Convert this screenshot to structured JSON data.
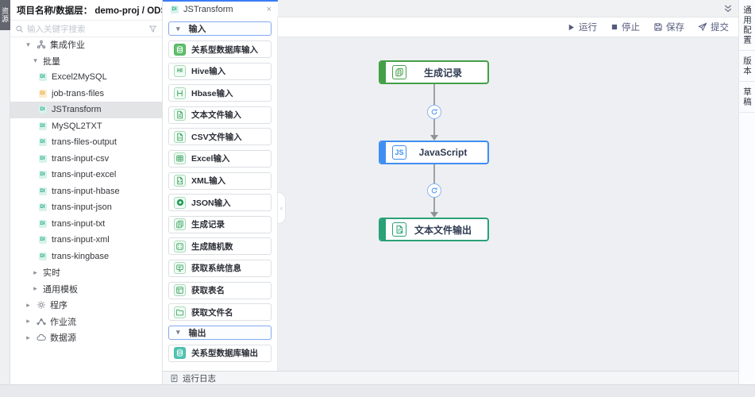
{
  "left_rail": {
    "tab_label": "资源"
  },
  "sidebar": {
    "title": "项目名称/数据层： demo-proj / ODS",
    "search_placeholder": "输入关键字搜索",
    "search_icon": "search-icon",
    "filter_icon": "funnel-icon",
    "tree": [
      {
        "name": "tree-group-integration-jobs",
        "label": "集成作业",
        "level": 0,
        "caret": "▾",
        "icon": "jobs"
      },
      {
        "name": "tree-group-batch",
        "label": "批量",
        "level": 1,
        "caret": "▾"
      },
      {
        "name": "tree-item-excel2mysql",
        "label": "Excel2MySQL",
        "level": 2,
        "icon": "badge-teal"
      },
      {
        "name": "tree-item-job-trans-files",
        "label": "job-trans-files",
        "level": 2,
        "icon": "badge-amber"
      },
      {
        "name": "tree-item-jstransform",
        "label": "JSTransform",
        "level": 2,
        "icon": "badge-teal",
        "selected": true
      },
      {
        "name": "tree-item-mysql2txt",
        "label": "MySQL2TXT",
        "level": 2,
        "icon": "badge-teal"
      },
      {
        "name": "tree-item-trans-files-output",
        "label": "trans-files-output",
        "level": 2,
        "icon": "badge-teal"
      },
      {
        "name": "tree-item-trans-input-csv",
        "label": "trans-input-csv",
        "level": 2,
        "icon": "badge-teal"
      },
      {
        "name": "tree-item-trans-input-excel",
        "label": "trans-input-excel",
        "level": 2,
        "icon": "badge-teal"
      },
      {
        "name": "tree-item-trans-input-hbase",
        "label": "trans-input-hbase",
        "level": 2,
        "icon": "badge-teal"
      },
      {
        "name": "tree-item-trans-input-json",
        "label": "trans-input-json",
        "level": 2,
        "icon": "badge-teal"
      },
      {
        "name": "tree-item-trans-input-txt",
        "label": "trans-input-txt",
        "level": 2,
        "icon": "badge-teal"
      },
      {
        "name": "tree-item-trans-input-xml",
        "label": "trans-input-xml",
        "level": 2,
        "icon": "badge-teal"
      },
      {
        "name": "tree-item-trans-kingbase",
        "label": "trans-kingbase",
        "level": 2,
        "icon": "badge-teal"
      },
      {
        "name": "tree-group-realtime",
        "label": "实时",
        "level": 1,
        "caret": "▸"
      },
      {
        "name": "tree-group-common-templates",
        "label": "通用模板",
        "level": 1,
        "caret": "▸"
      },
      {
        "name": "tree-group-programs",
        "label": "程序",
        "level": 0,
        "caret": "▸",
        "icon": "gear"
      },
      {
        "name": "tree-group-job-flows",
        "label": "作业流",
        "level": 0,
        "caret": "▸",
        "icon": "flow"
      },
      {
        "name": "tree-group-data-sources",
        "label": "数据源",
        "level": 0,
        "caret": "▸",
        "icon": "cloud-db"
      }
    ]
  },
  "tabs": {
    "active": {
      "label": "JSTransform",
      "icon": "badge-teal",
      "close": "×"
    }
  },
  "toolbar": {
    "collapse_icon": "double-chevron-down",
    "buttons": [
      {
        "name": "run-button",
        "label": "运行",
        "icon": "play"
      },
      {
        "name": "stop-button",
        "label": "停止",
        "icon": "stop"
      },
      {
        "name": "save-button",
        "label": "保存",
        "icon": "save"
      },
      {
        "name": "submit-button",
        "label": "提交",
        "icon": "send"
      }
    ]
  },
  "palette": {
    "input_header": {
      "label": "输入",
      "caret": "▾"
    },
    "input_items": [
      {
        "label": "关系型数据库输入",
        "icon": "pal-db",
        "icon_cls": "fill-g"
      },
      {
        "label": "Hive输入",
        "icon": "pal-hive"
      },
      {
        "label": "Hbase输入",
        "icon": "pal-hbase"
      },
      {
        "label": "文本文件输入",
        "icon": "pal-doc"
      },
      {
        "label": "CSV文件输入",
        "icon": "pal-csv"
      },
      {
        "label": "Excel输入",
        "icon": "pal-excel"
      },
      {
        "label": "XML输入",
        "icon": "pal-xml"
      },
      {
        "label": "JSON输入",
        "icon": "pal-json"
      },
      {
        "label": "生成记录",
        "icon": "pal-record"
      },
      {
        "label": "生成随机数",
        "icon": "pal-random"
      },
      {
        "label": "获取系统信息",
        "icon": "pal-sysinfo"
      },
      {
        "label": "获取表名",
        "icon": "pal-tablename"
      },
      {
        "label": "获取文件名",
        "icon": "pal-filename"
      }
    ],
    "output_header": {
      "label": "输出",
      "caret": "▾"
    },
    "output_items": [
      {
        "label": "关系型数据库输出",
        "icon": "pal-db",
        "icon_cls": "fill-t"
      }
    ],
    "collapse_handle": "‹"
  },
  "canvas": {
    "nodes": [
      {
        "name": "node-generate-records",
        "label": "生成记录",
        "color": "#43a047",
        "icon": "node-doc-copy"
      },
      {
        "name": "node-javascript",
        "label": "JavaScript",
        "color": "#3f8ff2",
        "icon": "node-js"
      },
      {
        "name": "node-text-file-output",
        "label": "文本文件输出",
        "color": "#2aa176",
        "icon": "node-doc-out"
      }
    ],
    "hop_icon": "hop-link"
  },
  "log_bar": {
    "label": "运行日志",
    "icon": "log-doc"
  },
  "right_rail": {
    "tabs": [
      {
        "name": "tab-general-config",
        "label": "通用配置"
      },
      {
        "name": "tab-version",
        "label": "版本"
      },
      {
        "name": "tab-draft",
        "label": "草稿"
      }
    ]
  },
  "colors": {
    "accent_blue": "#3b7bf6",
    "node_green": "#43a047",
    "node_blue": "#3f8ff2",
    "node_teal": "#2aa176"
  }
}
